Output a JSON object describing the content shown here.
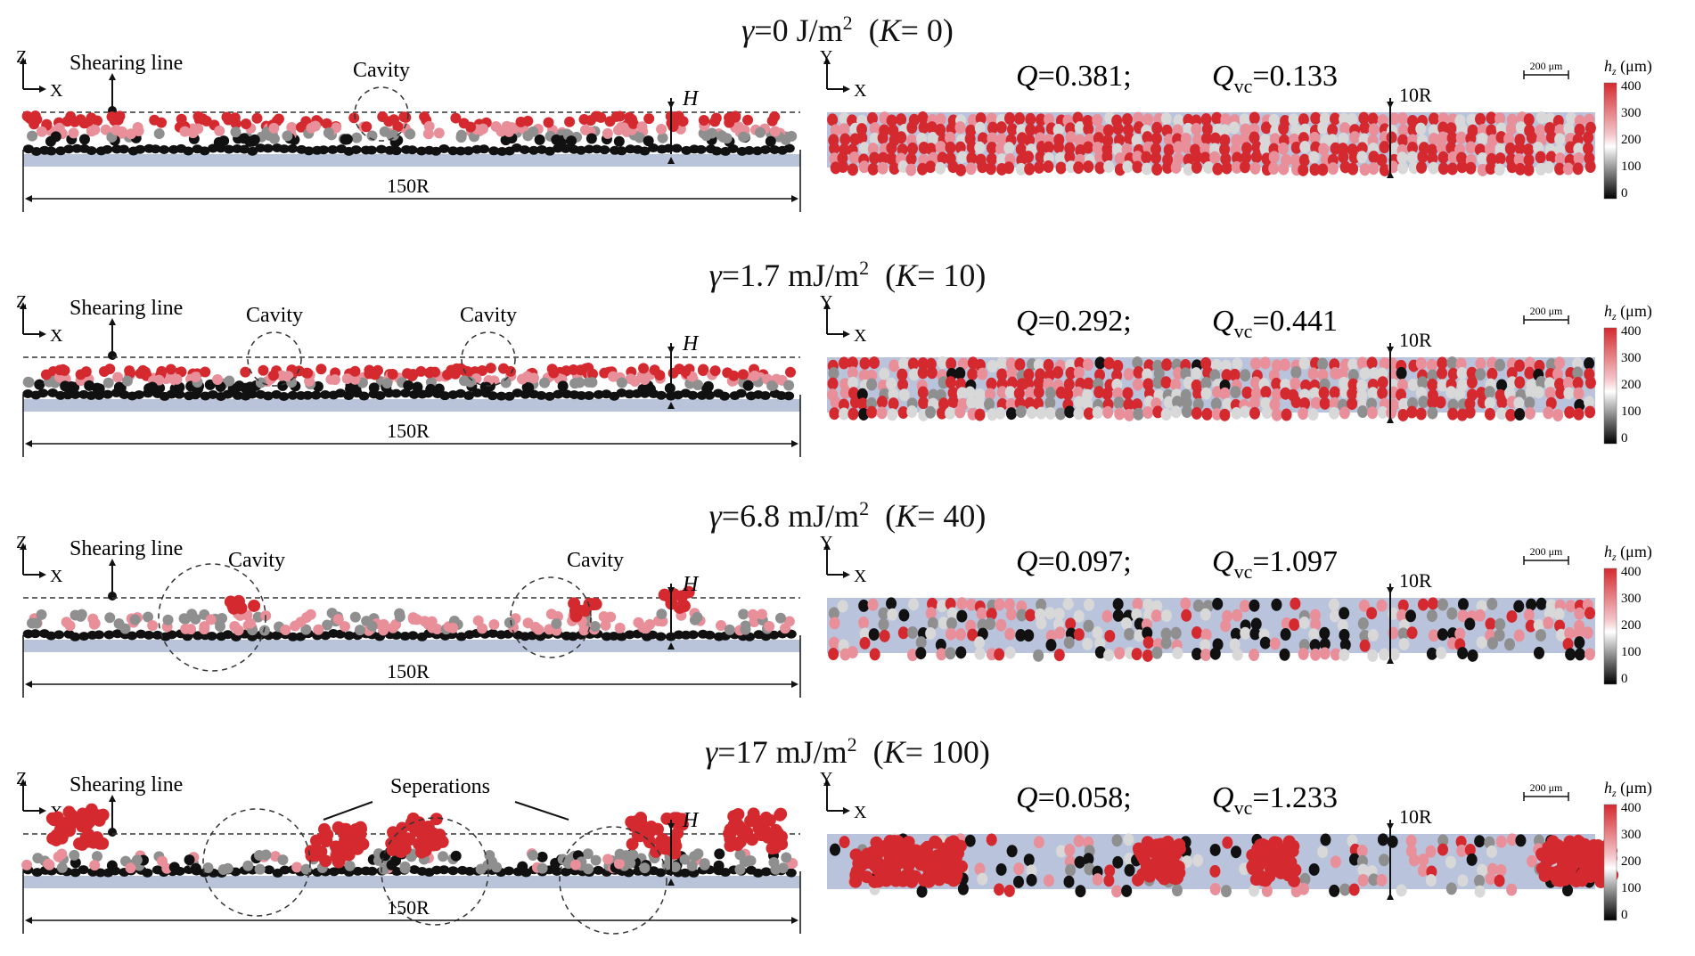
{
  "panels": [
    {
      "gamma": "=0 J/m",
      "K": "0",
      "side_annotations": [
        "Cavity"
      ],
      "Q": "=0.381;",
      "Qvc": "=0.133",
      "profile": "flat"
    },
    {
      "gamma": "=1.7 mJ/m",
      "K": "10",
      "side_annotations": [
        "Cavity",
        "Cavity"
      ],
      "Q": "=0.292;",
      "Qvc": "=0.441",
      "profile": "thin"
    },
    {
      "gamma": "=6.8 mJ/m",
      "K": "40",
      "side_annotations": [
        "Cavity",
        "Cavity"
      ],
      "Q": "=0.097;",
      "Qvc": "=1.097",
      "profile": "sparse"
    },
    {
      "gamma": "=17 mJ/m",
      "K": "100",
      "side_annotations": [
        "Seperations"
      ],
      "Q": "=0.058;",
      "Qvc": "=1.233",
      "profile": "clustered"
    }
  ],
  "labels": {
    "gamma_symbol": "γ",
    "superscript_2": "2",
    "K_symbol": "K",
    "K_eq": "=",
    "shearing_line": "Shearing line",
    "length": "150R",
    "height_marker": "H",
    "width_marker": "10R",
    "axis_z": "Z",
    "axis_x": "X",
    "axis_y": "Y",
    "Q_symbol": "Q",
    "Qvc_symbol": "Q",
    "Qvc_subscript": "vc",
    "scale_bar": "200 μm",
    "colorbar_title_sym": "h",
    "colorbar_title_sub": "z",
    "colorbar_title_unit": "(μm)",
    "colorbar_ticks": [
      "400",
      "300",
      "200",
      "100",
      "0"
    ]
  },
  "colors": {
    "particle_red": "#d42a2f",
    "particle_pink": "#e88f99",
    "particle_black": "#111111",
    "particle_grey": "#8f8f8f",
    "substrate": "#b9c3d9",
    "band": "#b9c4dc"
  }
}
